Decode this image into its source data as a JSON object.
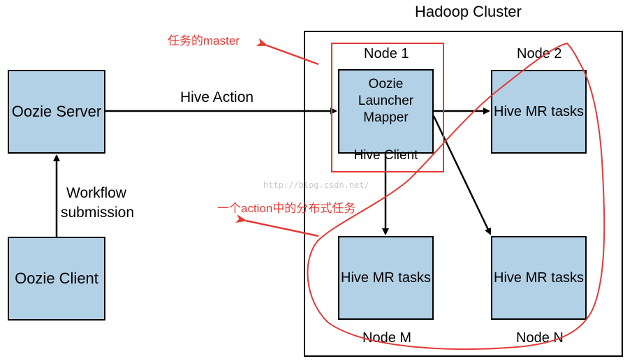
{
  "title": "Hadoop Cluster",
  "boxes": {
    "oozie_server": "Oozie Server",
    "oozie_client": "Oozie Client",
    "launcher_line1": "Oozie Launcher",
    "launcher_line2": "Mapper",
    "launcher_line3": "Hive Client",
    "node2_tasks": "Hive MR tasks",
    "nodeM_tasks": "Hive MR tasks",
    "nodeN_tasks": "Hive MR tasks"
  },
  "node_labels": {
    "node1": "Node 1",
    "node2": "Node 2",
    "nodeM": "Node M",
    "nodeN": "Node N"
  },
  "edges": {
    "hive_action": "Hive Action",
    "workflow_line1": "Workflow",
    "workflow_line2": "submission"
  },
  "annotations": {
    "master_note": "任务的master",
    "distributed_note": "一个action中的分布式任务",
    "color": "#e53935"
  },
  "watermark": "http://blog.csdn.net/"
}
